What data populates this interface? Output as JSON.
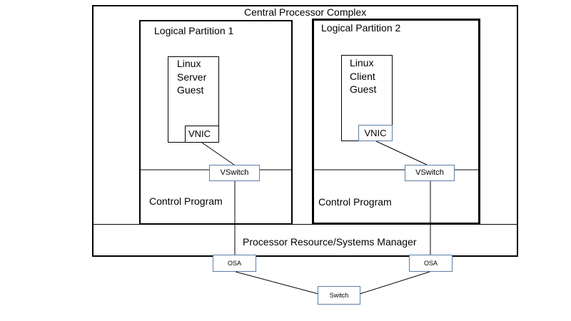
{
  "cpc": {
    "title": "Central Processor Complex"
  },
  "partitions": [
    {
      "title": "Logical Partition 1",
      "guest": {
        "line1": "Linux",
        "line2": "Server",
        "line3": "Guest"
      },
      "vnic": "VNIC",
      "vswitch": "VSwitch",
      "control_program": "Control Program"
    },
    {
      "title": "Logical Partition 2",
      "guest": {
        "line1": "Linux",
        "line2": "Client",
        "line3": "Guest"
      },
      "vnic": "VNIC",
      "vswitch": "VSwitch",
      "control_program": "Control Program"
    }
  ],
  "pr_sm": {
    "label": "Processor Resource/Systems Manager"
  },
  "osa": [
    "OSA",
    "OSA"
  ],
  "switch": {
    "label": "Switch"
  }
}
